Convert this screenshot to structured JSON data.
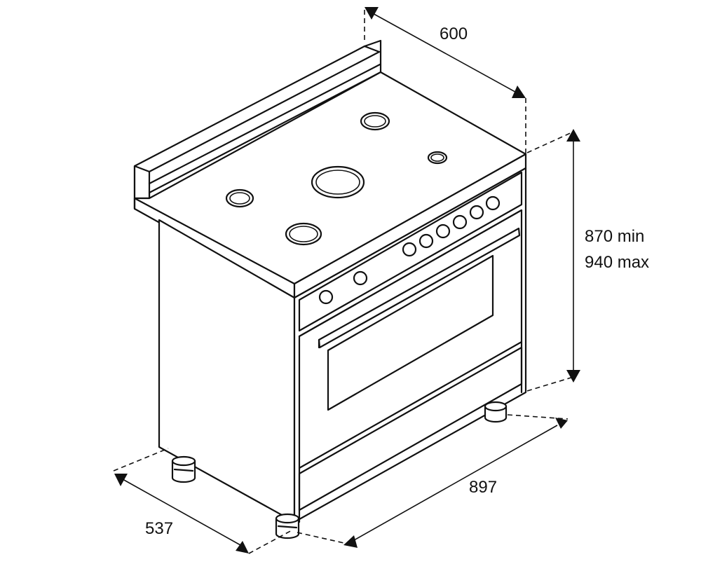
{
  "drawing": {
    "colors": {
      "line": "#111111",
      "background": "#ffffff"
    },
    "dimensions": {
      "depth_top": "600",
      "height_min": "870 min",
      "height_max": "940 max",
      "width": "897",
      "depth_bottom": "537"
    }
  }
}
